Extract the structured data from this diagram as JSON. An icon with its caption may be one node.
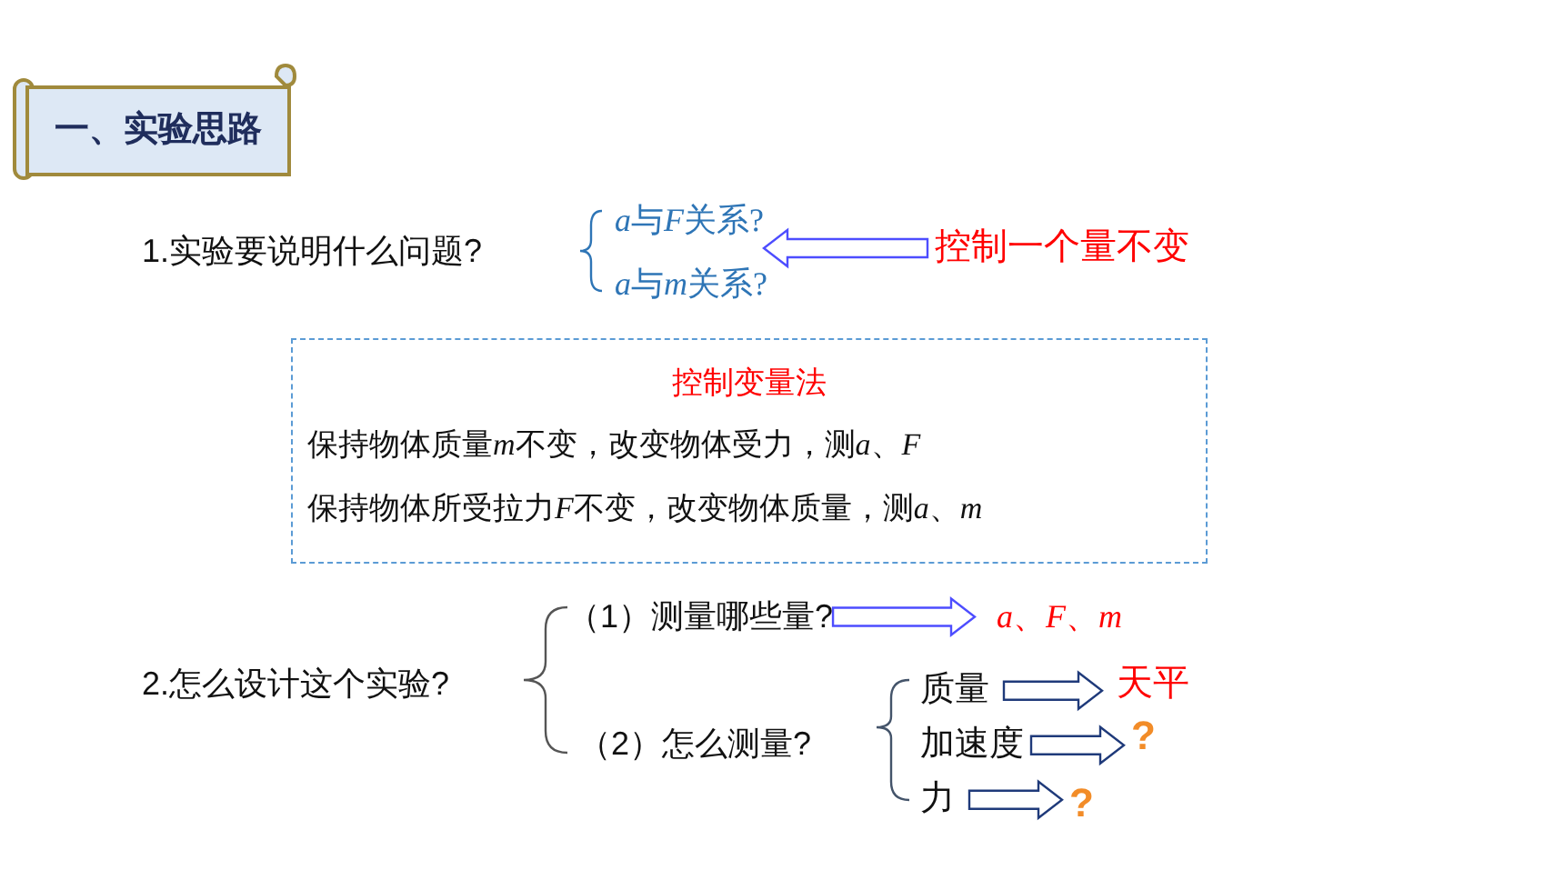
{
  "diagram": {
    "nodes": [
      {
        "text": [
          "一、实验思路"
        ]
      },
      {
        "text": [
          "1.实验要说明什么问题?"
        ]
      },
      {
        "text": [
          "a与F关系?"
        ]
      },
      {
        "text": [
          "a与m关系?"
        ]
      },
      {
        "text": [
          "控制一个量不变"
        ]
      },
      {
        "text": [
          "控制变量法",
          "保持物体质量m不变，改变物体受力，测a、F",
          "保持物体所受拉力F不变，改变物体质量，测a、m"
        ]
      },
      {
        "text": [
          "2.怎么设计这个实验?"
        ]
      },
      {
        "text": [
          "（1）测量哪些量?"
        ]
      },
      {
        "text": [
          "a、F、m"
        ]
      },
      {
        "text": [
          "（2）怎么测量?"
        ]
      },
      {
        "text": [
          "质量"
        ]
      },
      {
        "text": [
          "天平"
        ]
      },
      {
        "text": [
          "加速度"
        ]
      },
      {
        "text": [
          "?"
        ]
      },
      {
        "text": [
          "力"
        ]
      },
      {
        "text": [
          "?"
        ]
      }
    ],
    "edges": [
      {
        "from": 4,
        "to": 2,
        "arrow": "to",
        "color": "#4d4dff"
      },
      {
        "from": 7,
        "to": 8,
        "arrow": "to",
        "color": "#4d4dff"
      },
      {
        "from": 10,
        "to": 11,
        "arrow": "to"
      },
      {
        "from": 12,
        "to": 13,
        "arrow": "to"
      },
      {
        "from": 14,
        "to": 15,
        "arrow": "to"
      }
    ]
  }
}
